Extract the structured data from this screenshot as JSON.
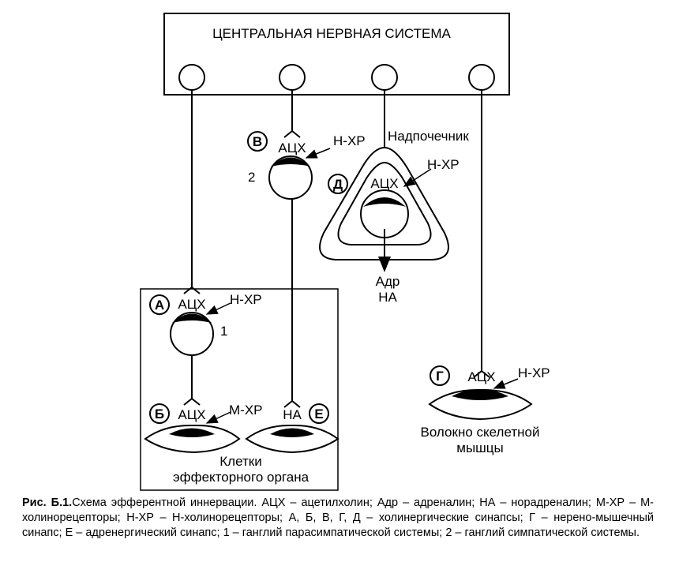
{
  "cns_title": "ЦЕНТРАЛЬНАЯ НЕРВНАЯ СИСТЕМА",
  "labels": {
    "ach": "АЦХ",
    "nxr": "Н-ХР",
    "mxr": "М-ХР",
    "na": "НА",
    "adrenal": "Надпочечник",
    "adr": "Адр",
    "adr_na": "НА",
    "ganglion_1": "1",
    "ganglion_2": "2",
    "effector_line1": "Клетки",
    "effector_line2": "эффекторного органа",
    "muscle_line1": "Волокно скелетной",
    "muscle_line2": "мышцы"
  },
  "synapses": {
    "a": "А",
    "b": "Б",
    "v": "В",
    "g": "Г",
    "d": "Д",
    "e": "Е"
  },
  "caption": {
    "title": "Рис. Б.1.",
    "text": "Схема эфферентной иннервации. АЦХ – ацетилхолин; Адр – адреналин; НА – норадреналин; М-ХР – М-холинорецепторы; Н-ХР – Н-холинорецепторы; А, Б, В, Г, Д – холинергические синапсы; Г – нерено-мышечный синапс; Е – адренергический синапс; 1 – ганглий парасимпатической системы; 2 – ганглий симпатической системы."
  }
}
